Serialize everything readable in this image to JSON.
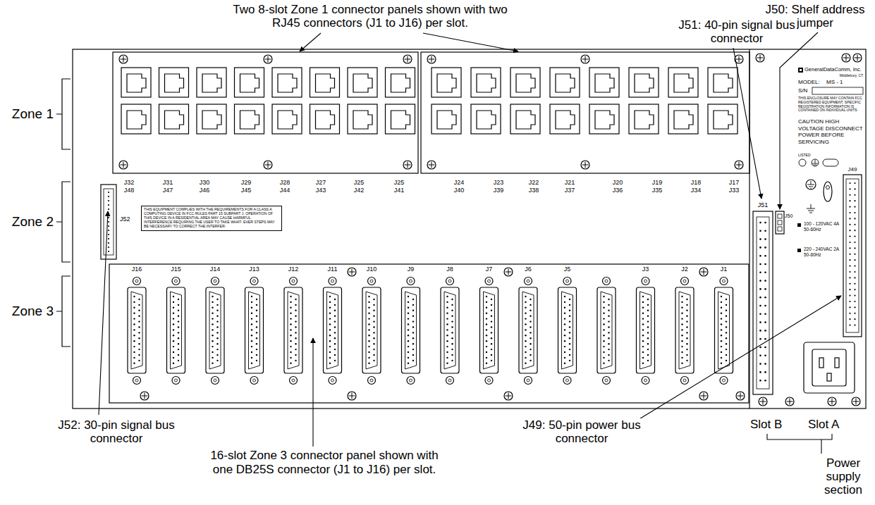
{
  "diagram": {
    "nodes": [
      {
        "text": [
          "THIS EQUIPMENT COMPLIES WITH THE REQUIREMENTS FOR A CLASS A COMPUTING DEVICE IN FCC RULES PART 15 SUBPART J. OPERATION OF THIS DEVICE IN A RESIDENTIAL AREA MAY CAUSE HARMFUL INTERFERENCE REQUIRING THE USER TO TAKE WHAT- EVER STEPS MAY BE NECESSARY TO CORRECT THE INTERFER-"
        ]
      }
    ],
    "labels": [
      "Two 8-slot Zone 1 connector panels shown with two RJ45 connectors (J1 to J16) per slot.",
      "J50: Shelf address jumper",
      "J51: 40-pin signal bus connector",
      "Zone 1",
      "Zone 2",
      "Zone 3",
      "J32",
      "J48",
      "J31",
      "J47",
      "J30",
      "J46",
      "J29",
      "J45",
      "J28",
      "J44",
      "J27",
      "J43",
      "J25",
      "J42",
      "J25",
      "J41",
      "J24",
      "J40",
      "J23",
      "J39",
      "J22",
      "J38",
      "J21",
      "J37",
      "J20",
      "J36",
      "J19",
      "J35",
      "J18",
      "J34",
      "J17",
      "J33",
      "J52",
      "J16",
      "J15",
      "J14",
      "J13",
      "J12",
      "J11",
      "J10",
      "J9",
      "J8",
      "J7",
      "J6",
      "J5",
      "J3",
      "J2",
      "J1",
      "J51",
      "J50",
      "J49",
      "GeneralDataComm, Inc.",
      "Middlebury, CT.",
      "MODEL:",
      "MS - 1",
      "S/N",
      "THIS ENCLOSURE MAY CONTAIN FCC REGISTERED EQUIPMENT. SPECIFIC REGISTRATION INFORMATION IS CONTAINED ON INDIVIDUAL UNITS",
      "CAUTION HIGH VOLTAGE DISCONNECT POWER BEFORE SERVICING",
      "LISTED",
      "100 - 120VAC 4A 50-60Hz",
      "220 - 240VAC 2A 50-60Hz",
      "J52: 30-pin signal bus connector",
      "16-slot Zone 3 connector panel shown with one DB25S connector (J1 to J16) per slot.",
      "J49: 50-pin power bus connector",
      "Slot B",
      "Slot A",
      "Power supply section"
    ]
  }
}
